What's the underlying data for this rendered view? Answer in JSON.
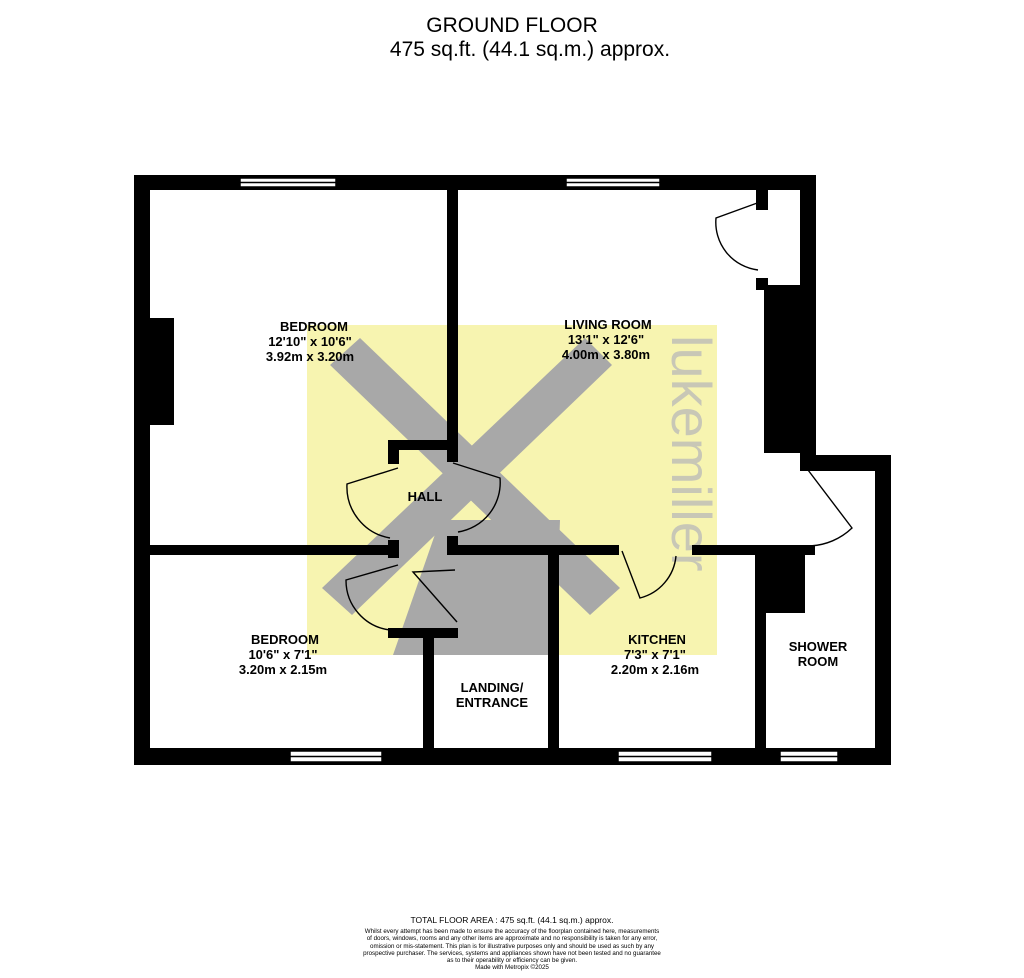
{
  "header": {
    "title": "GROUND FLOOR",
    "subtitle": "475 sq.ft. (44.1 sq.m.) approx."
  },
  "rooms": {
    "bedroom1": {
      "name": "BEDROOM",
      "imperial": "12'10\"  x 10'6\"",
      "metric": "3.92m  x 3.20m"
    },
    "living": {
      "name": "LIVING ROOM",
      "imperial": "13'1\"  x 12'6\"",
      "metric": "4.00m  x 3.80m"
    },
    "hall": {
      "name": "HALL"
    },
    "bedroom2": {
      "name": "BEDROOM",
      "imperial": "10'6\"  x 7'1\"",
      "metric": "3.20m  x 2.15m"
    },
    "kitchen": {
      "name": "KITCHEN",
      "imperial": "7'3\"  x 7'1\"",
      "metric": "2.20m  x 2.16m"
    },
    "landing": {
      "name_line1": "LANDING/",
      "name_line2": "ENTRANCE"
    },
    "shower": {
      "name_line1": "SHOWER",
      "name_line2": "ROOM"
    }
  },
  "watermark": {
    "brand": "lukemiller",
    "color": "#f7f4b0",
    "mark_color": "#a8a8a8"
  },
  "footer": {
    "total": "TOTAL FLOOR AREA : 475 sq.ft. (44.1 sq.m.) approx.",
    "disclaimer": [
      "Whilst every attempt has been made to ensure the accuracy of the floorplan contained here, measurements",
      "of doors, windows, rooms and any other items are approximate and no responsibility is taken for any error,",
      "omission or mis-statement. This plan is for illustrative purposes only and should be used as such by any",
      "prospective purchaser. The services, systems and appliances shown have not been tested and no guarantee",
      "as to their operability or efficiency can be given.",
      "Made with Metropix ©2025"
    ]
  }
}
